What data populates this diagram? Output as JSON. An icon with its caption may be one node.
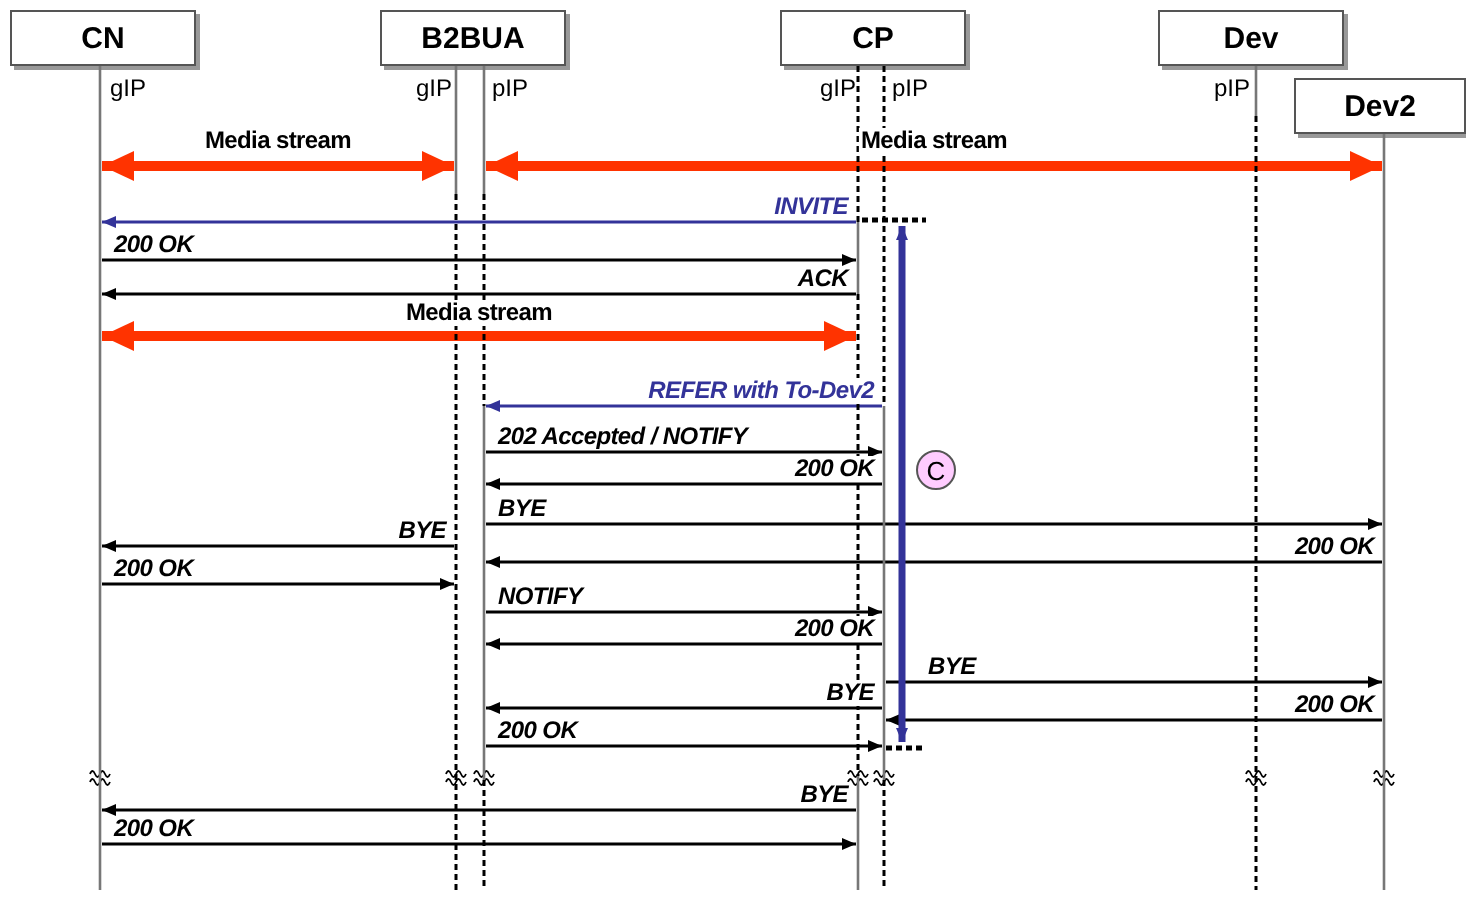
{
  "diagram": {
    "nodes": [
      {
        "text": [
          "CN"
        ]
      },
      {
        "text": [
          "B2BUA"
        ]
      },
      {
        "text": [
          "CP"
        ]
      },
      {
        "text": [
          "Dev"
        ]
      },
      {
        "text": [
          "Dev2"
        ]
      },
      {
        "text": [],
        "shape": "bar"
      },
      {
        "text": [],
        "shape": "bar"
      },
      {
        "text": [],
        "shape": "bar"
      },
      {
        "text": [],
        "shape": "bar"
      },
      {
        "text": [],
        "shape": "bar"
      },
      {
        "text": [],
        "shape": "bar"
      },
      {
        "text": [],
        "shape": "bar"
      },
      {
        "text": [
          "C"
        ]
      }
    ],
    "edges": [
      {
        "from": 5,
        "to": 6,
        "arrow": "both",
        "label": "Media stream",
        "style": "thick",
        "color": "#ff3300"
      },
      {
        "from": 7,
        "to": 11,
        "arrow": "both",
        "label": "Media stream",
        "style": "thick",
        "color": "#ff3300"
      },
      {
        "from": 8,
        "to": 5,
        "arrow": "to",
        "label": "INVITE",
        "color": "#333399"
      },
      {
        "from": 5,
        "to": 8,
        "arrow": "to",
        "label": "200 OK"
      },
      {
        "from": 8,
        "to": 5,
        "arrow": "to",
        "label": "ACK"
      },
      {
        "from": 5,
        "to": 8,
        "arrow": "both",
        "label": "Media stream",
        "style": "thick",
        "color": "#ff3300"
      },
      {
        "from": 9,
        "to": 7,
        "arrow": "to",
        "label": "REFER with To-Dev2",
        "color": "#333399"
      },
      {
        "from": 7,
        "to": 9,
        "arrow": "to",
        "label": "202 Accepted / NOTIFY"
      },
      {
        "from": 9,
        "to": 7,
        "arrow": "to",
        "label": "200 OK"
      },
      {
        "from": 7,
        "to": 11,
        "arrow": "to",
        "label": "BYE"
      },
      {
        "from": 6,
        "to": 5,
        "arrow": "to",
        "label": "BYE"
      },
      {
        "from": 11,
        "to": 7,
        "arrow": "to",
        "label": "200 OK"
      },
      {
        "from": 5,
        "to": 6,
        "arrow": "to",
        "label": "200 OK"
      },
      {
        "from": 7,
        "to": 9,
        "arrow": "to",
        "label": "NOTIFY"
      },
      {
        "from": 9,
        "to": 7,
        "arrow": "to",
        "label": "200 OK"
      },
      {
        "from": 9,
        "to": 11,
        "arrow": "to",
        "label": "BYE"
      },
      {
        "from": 9,
        "to": 7,
        "arrow": "to",
        "label": "BYE"
      },
      {
        "from": 11,
        "to": 9,
        "arrow": "to",
        "label": "200 OK"
      },
      {
        "from": 7,
        "to": 9,
        "arrow": "to",
        "label": "200 OK"
      },
      {
        "from": 8,
        "to": 5,
        "arrow": "to",
        "label": "BYE"
      },
      {
        "from": 5,
        "to": 8,
        "arrow": "to",
        "label": "200 OK"
      }
    ],
    "labels": [
      "gIP",
      "gIP",
      "pIP",
      "gIP",
      "pIP",
      "pIP"
    ]
  }
}
